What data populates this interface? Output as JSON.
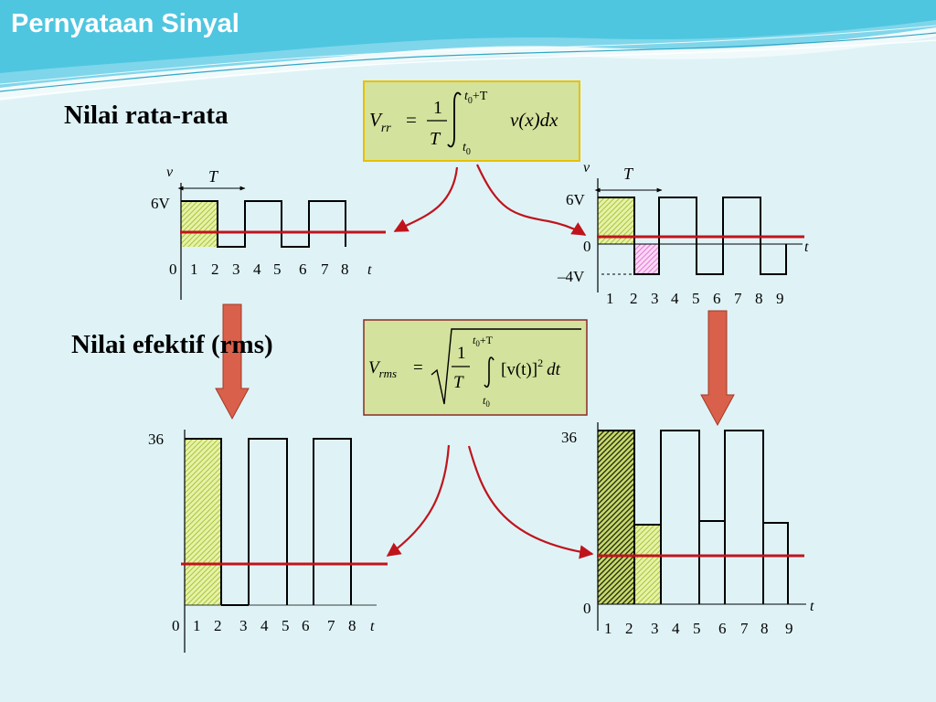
{
  "slide": {
    "title": "Pernyataan Sinyal",
    "colors": {
      "accent_blue": "#4fc6e0",
      "red_line": "#c0141c",
      "arrow_fill": "#d9604a",
      "box_fill": "#d3e29c",
      "hatch_green": "#c8e06a",
      "hatch_pink": "#f2a6e6"
    }
  },
  "sections": {
    "average": {
      "heading": "Nilai rata-rata"
    },
    "rms": {
      "heading": "Nilai efektif (rms)"
    }
  },
  "formulas": {
    "average": {
      "lhs_main": "V",
      "lhs_sub": "rr",
      "num": "1",
      "den": "T",
      "upper": "t",
      "upper_sub": "0",
      "upper_rest": "+T",
      "lower": "t",
      "lower_sub": "0",
      "integrand": "v(x)dx"
    },
    "rms": {
      "lhs_main": "V",
      "lhs_sub": "rms",
      "num": "1",
      "den": "T",
      "upper": "t",
      "upper_sub": "0",
      "upper_rest": "+T",
      "lower": "t",
      "lower_sub": "0",
      "integrand_open": "[v(t)]",
      "integrand_exp": "2",
      "integrand_close": "dt"
    }
  },
  "graphs": {
    "g1": {
      "ylabel": "v",
      "period_label": "T",
      "level_label": "6V",
      "x_ticks": [
        "0",
        "1",
        "2",
        "3",
        "4",
        "5",
        "6",
        "7",
        "8"
      ],
      "t_label": "t"
    },
    "g2": {
      "ylabel": "v",
      "period_label": "T",
      "level_label": "6V",
      "zero_label": "0",
      "neg_label": "–4V",
      "x_ticks": [
        "1",
        "2",
        "3",
        "4",
        "5",
        "6",
        "7",
        "8",
        "9"
      ],
      "t_label": "t"
    },
    "g3": {
      "level_label": "36",
      "x_ticks": [
        "0",
        "1",
        "2",
        "3",
        "4",
        "5",
        "6",
        "7",
        "8"
      ],
      "t_label": "t"
    },
    "g4": {
      "level_label": "36",
      "zero_label": "0",
      "x_ticks": [
        "1",
        "2",
        "3",
        "4",
        "5",
        "6",
        "7",
        "8",
        "9"
      ],
      "t_label": "t"
    }
  }
}
